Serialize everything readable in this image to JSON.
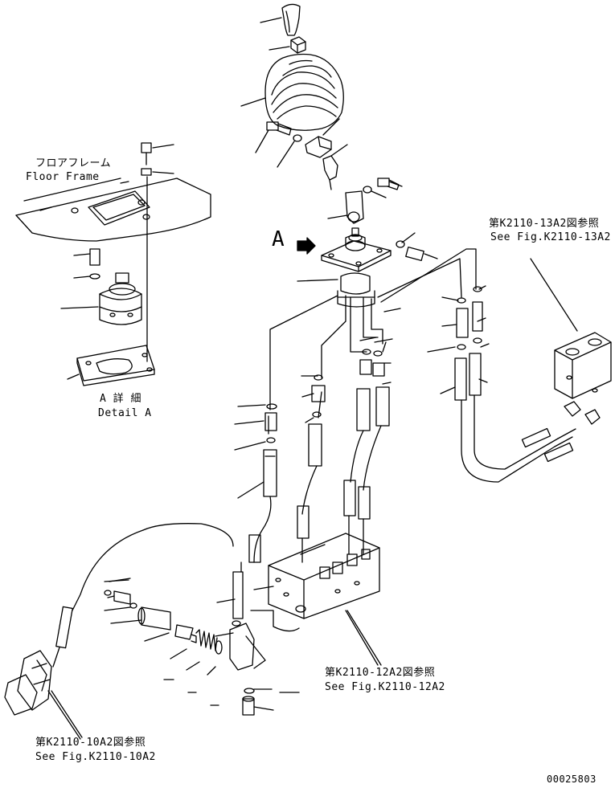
{
  "labels": {
    "floor_frame_jp": "フロアフレーム",
    "floor_frame_en": "Floor Frame",
    "detail_a_jp": "A 詳 細",
    "detail_a_en": "Detail A",
    "view_marker": "A",
    "ref_13a2_jp": "第K2110-13A2図参照",
    "ref_13a2_en": "See Fig.K2110-13A2",
    "ref_12a2_jp": "第K2110-12A2図参照",
    "ref_12a2_en": "See Fig.K2110-12A2",
    "ref_10a2_jp": "第K2110-10A2図参照",
    "ref_10a2_en": "See Fig.K2110-10A2",
    "drawing_number": "00025803"
  },
  "colors": {
    "ink": "#000000",
    "paper": "#ffffff"
  }
}
